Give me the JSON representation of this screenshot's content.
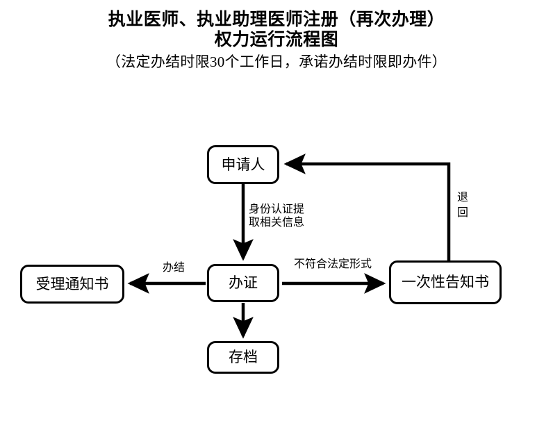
{
  "title": {
    "line1": "执业医师、执业助理医师注册（再次办理）",
    "line2": "权力运行流程图",
    "line3": "（法定办结时限30个工作日，承诺办结时限即办件）"
  },
  "nodes": [
    {
      "id": "applicant",
      "label": "申请人"
    },
    {
      "id": "acceptance-notice",
      "label": "受理通知书"
    },
    {
      "id": "process-cert",
      "label": "办证"
    },
    {
      "id": "one-time-notice",
      "label": "一次性告知书"
    },
    {
      "id": "archive",
      "label": "存档"
    }
  ],
  "edge_labels": {
    "applicant_to_process_line1": "身份认证提",
    "applicant_to_process_line2": "取相关信息",
    "process_to_acceptance": "办结",
    "process_to_notice": "不符合法定形式",
    "notice_to_applicant": "退回"
  },
  "colors": {
    "stroke": "#000000",
    "fill": "#ffffff",
    "text": "#000000"
  }
}
